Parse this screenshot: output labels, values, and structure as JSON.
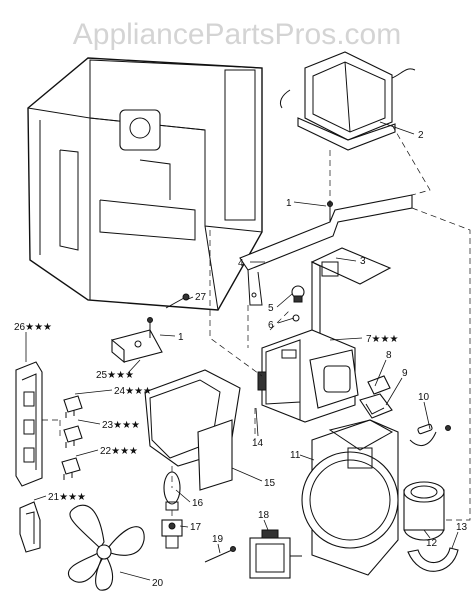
{
  "watermark": "AppliancePartsPros.com",
  "callouts": [
    {
      "id": "c1a",
      "text": "1"
    },
    {
      "id": "c2",
      "text": "2"
    },
    {
      "id": "c3",
      "text": "3"
    },
    {
      "id": "c4",
      "text": "4"
    },
    {
      "id": "c5",
      "text": "5"
    },
    {
      "id": "c6",
      "text": "6"
    },
    {
      "id": "c7",
      "text": "7★★★"
    },
    {
      "id": "c1b",
      "text": "1"
    },
    {
      "id": "c27",
      "text": "27"
    },
    {
      "id": "c26",
      "text": "26★★★"
    },
    {
      "id": "c25",
      "text": "25★★★"
    },
    {
      "id": "c24",
      "text": "24★★★"
    },
    {
      "id": "c23",
      "text": "23★★★"
    },
    {
      "id": "c22",
      "text": "22★★★"
    },
    {
      "id": "c21",
      "text": "21★★★"
    },
    {
      "id": "c8",
      "text": "8"
    },
    {
      "id": "c9",
      "text": "9"
    },
    {
      "id": "c10",
      "text": "10"
    },
    {
      "id": "c11",
      "text": "11"
    },
    {
      "id": "c14",
      "text": "14"
    },
    {
      "id": "c15",
      "text": "15"
    },
    {
      "id": "c16",
      "text": "16"
    },
    {
      "id": "c17",
      "text": "17"
    },
    {
      "id": "c18",
      "text": "18"
    },
    {
      "id": "c19",
      "text": "19"
    },
    {
      "id": "c20",
      "text": "20"
    },
    {
      "id": "c12",
      "text": "12"
    },
    {
      "id": "c13",
      "text": "13"
    }
  ]
}
